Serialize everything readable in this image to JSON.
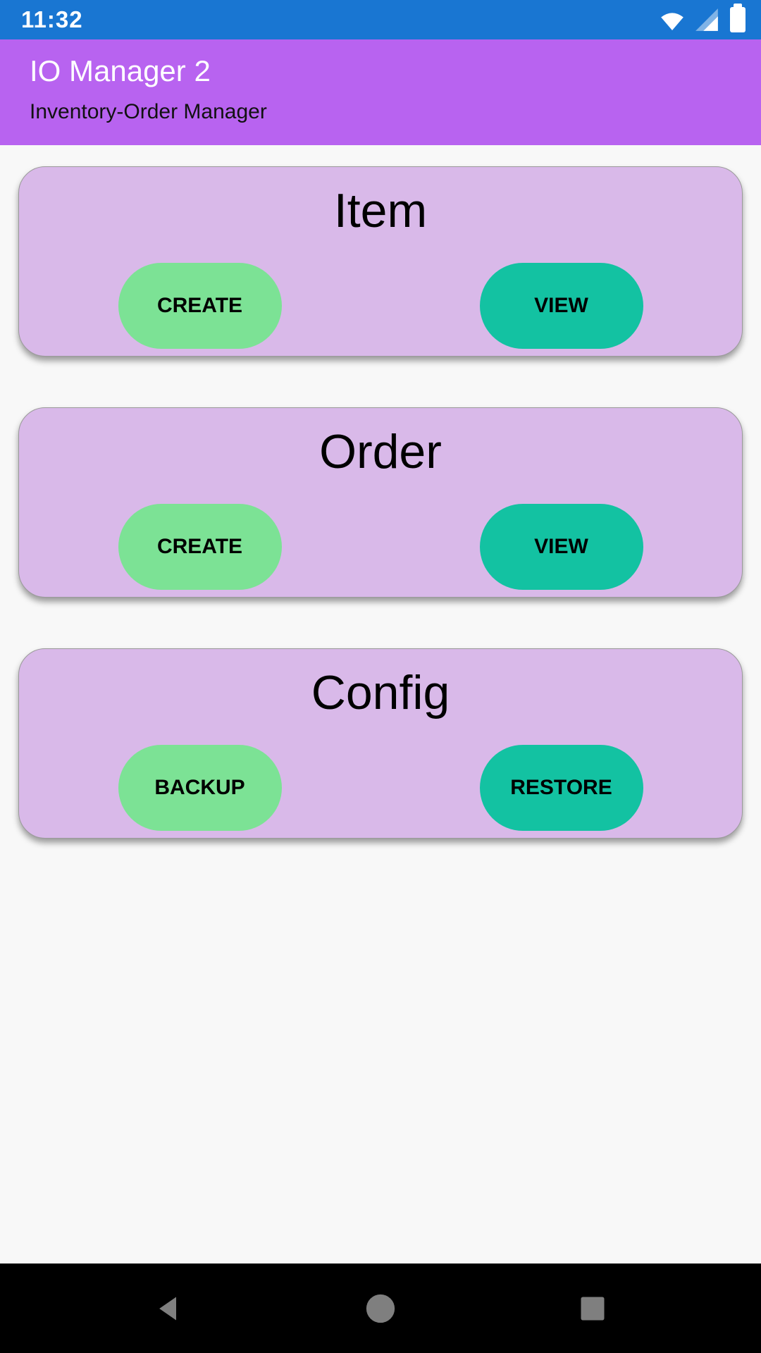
{
  "status_bar": {
    "time": "11:32",
    "icons": [
      "wifi-icon",
      "cell-signal-icon",
      "battery-icon"
    ]
  },
  "app_bar": {
    "title": "IO Manager 2",
    "subtitle": "Inventory-Order Manager"
  },
  "cards": [
    {
      "title": "Item",
      "buttons": [
        {
          "label": "CREATE",
          "color": "#7ce295"
        },
        {
          "label": "VIEW",
          "color": "#13c2a2"
        }
      ]
    },
    {
      "title": "Order",
      "buttons": [
        {
          "label": "CREATE",
          "color": "#7ce295"
        },
        {
          "label": "VIEW",
          "color": "#13c2a2"
        }
      ]
    },
    {
      "title": "Config",
      "buttons": [
        {
          "label": "BACKUP",
          "color": "#7ce295"
        },
        {
          "label": "RESTORE",
          "color": "#13c2a2"
        }
      ]
    }
  ],
  "nav_bar": {
    "icons": [
      "back-icon",
      "home-icon",
      "recents-icon"
    ]
  },
  "colors": {
    "status_bar": "#1976d2",
    "app_bar": "#b863f0",
    "card_background": "#d9b9e9",
    "button_green": "#7ce295",
    "button_teal": "#13c2a2",
    "page_background": "#f8f8f8",
    "nav_bar": "#000000",
    "nav_icon": "#7f7f7f"
  }
}
